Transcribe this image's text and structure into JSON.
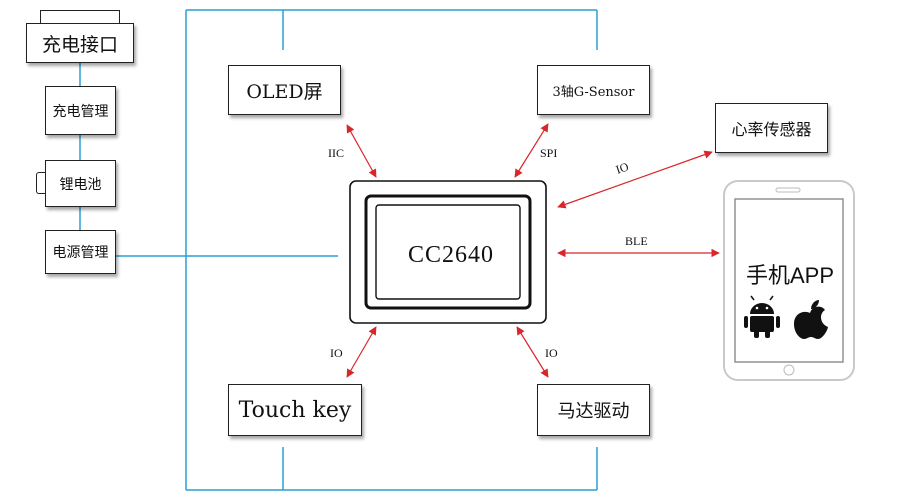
{
  "blocks": {
    "charging_port": "充电接口",
    "charging_mgmt": "充电管理",
    "li_battery": "锂电池",
    "power_mgmt": "电源管理",
    "oled": "OLED屏",
    "gsensor": "3轴G-Sensor",
    "heart_sensor": "心率传感器",
    "touch_key": "Touch key",
    "motor_driver": "马达驱动",
    "mcu": "CC2640"
  },
  "phone": {
    "label": "手机APP",
    "icons": [
      "android-icon",
      "apple-icon"
    ]
  },
  "links": {
    "iic": "IIC",
    "spi": "SPI",
    "io_heart": "IO",
    "ble": "BLE",
    "io_touch": "IO",
    "io_motor": "IO"
  },
  "colors": {
    "bus_line": "#2a9fd6",
    "arrow": "#d9262b",
    "box_border": "#222222"
  }
}
